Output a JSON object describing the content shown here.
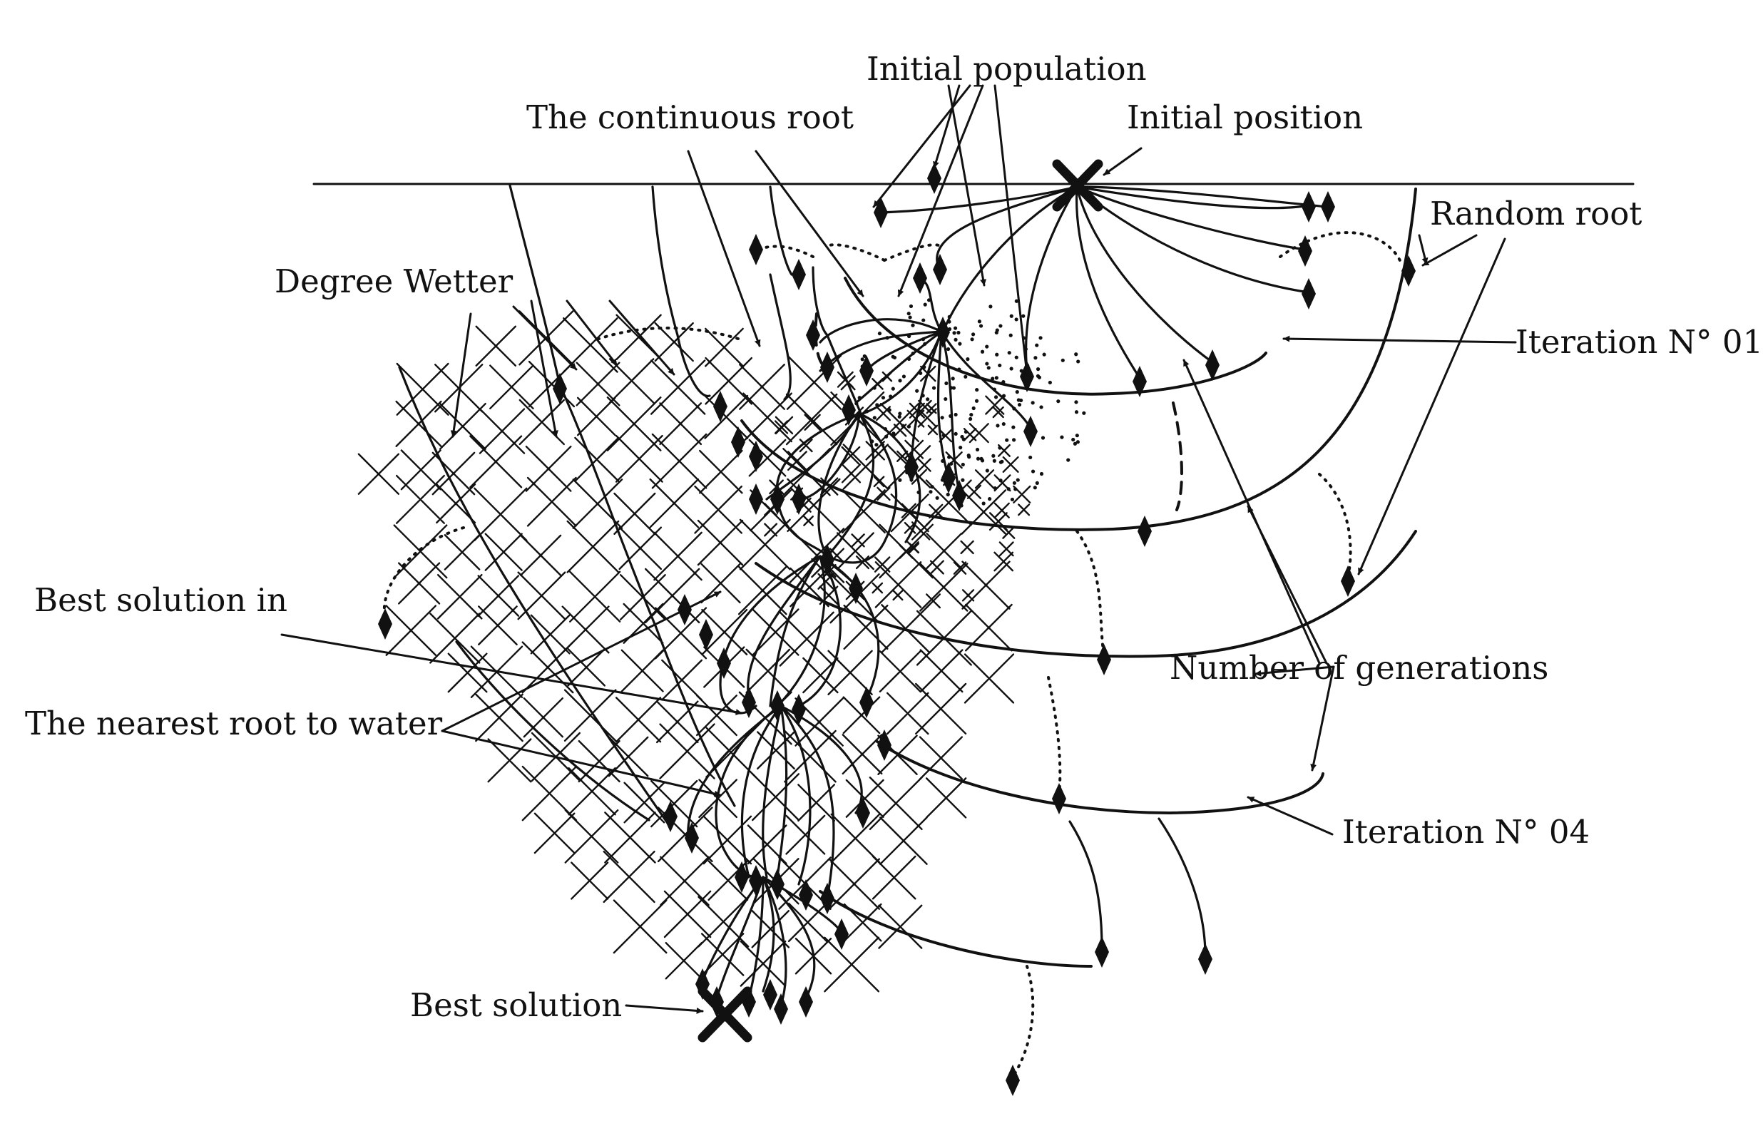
{
  "labels": {
    "initial_population": "Initial population",
    "continuous_root": "The continuous root",
    "initial_position": "Initial position",
    "random_root": "Random root",
    "degree_wetter": "Degree Wetter",
    "iteration_01": "Iteration N° 01",
    "best_solution_in": "Best solution in",
    "number_of_generations": "Number of generations",
    "nearest_root": "The nearest root to water",
    "iteration_04": "Iteration N° 04",
    "best_solution": "Best solution"
  },
  "colors": {
    "ink": "#111111",
    "background": "#ffffff"
  }
}
